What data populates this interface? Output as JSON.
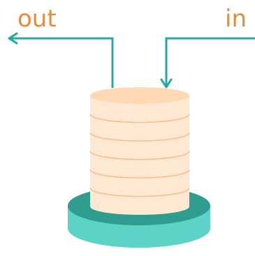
{
  "labels": {
    "out": "out",
    "in": "in"
  },
  "colors": {
    "label": "#F08A2E",
    "arrow": "#25A8A0",
    "stack_fill": "#FFE8D2",
    "stack_top": "#FFD9B3",
    "stack_line": "#F4BE8C",
    "base_top": "#2E9C8F",
    "base_side": "#5DD3C8"
  },
  "stack": {
    "layer_count": 6
  }
}
